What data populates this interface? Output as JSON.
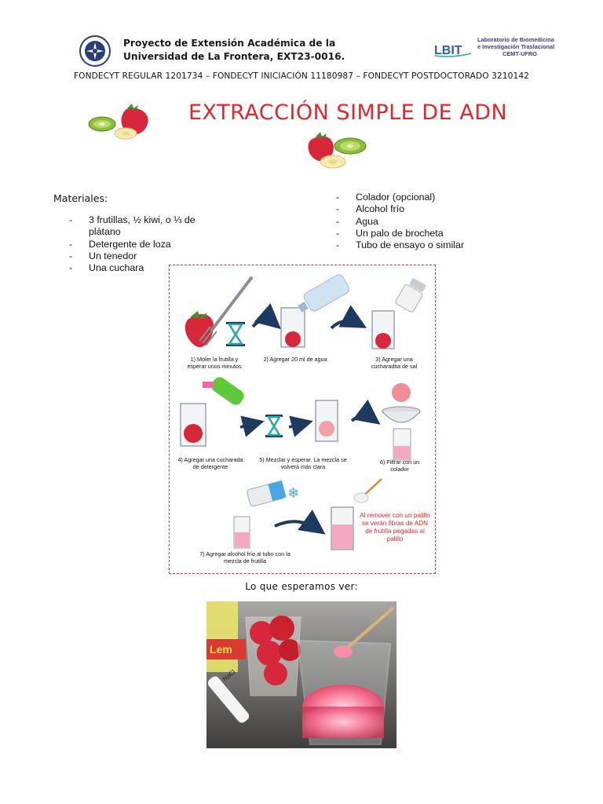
{
  "header": {
    "title_line1": "Proyecto de Extensión Académica de la",
    "title_line2": "Universidad de La Frontera, EXT23-0016.",
    "lbit_logo_text": "LBIT",
    "lab_line1": "Laboratorio de Biomedicina",
    "lab_line2": "e Investigación Traslacional",
    "lab_line3": "CEMT-UFRO",
    "fondecyt": "FONDECYT REGULAR 1201734 – FONDECYT INICIACIÓN 11180987 – FONDECYT POSTDOCTORADO 3210142"
  },
  "title": "EXTRACCIÓN SIMPLE DE ADN",
  "materials": {
    "heading": "Materiales:",
    "bullet": "-",
    "left_items": [
      "3 frutillas, ½ kiwi, o ⅓ de plátano",
      "Detergente de loza",
      "Un tenedor",
      "Una cuchara"
    ],
    "right_items": [
      "Colador (opcional)",
      "Alcohol frío",
      "Agua",
      "Un palo de brocheta",
      "Tubo de ensayo o similar"
    ]
  },
  "figure": {
    "steps": [
      "1) Moler la frutilla y esperar unos minutos",
      "2) Agregar 20 ml de agua",
      "3) Agregar una cucharadita de sal",
      "4) Agregar una cucharada de detergente",
      "5) Mezclar y esperar. La mezcla se volverá más clara",
      "6) Filtrar con un colador",
      "7) Agregar alcohol frío al tubo con la mezcla de frutilla"
    ],
    "note": "Al remover con un palillo se verán fibras de ADN de frutilla pegadas al palillo"
  },
  "expect_heading": "Lo que esperamos ver:",
  "photo": {
    "bottle_label": "Lem",
    "tube_label": "NaCl"
  },
  "colors": {
    "title_red": "#e0262b",
    "strawberry": "#d6283a",
    "pink_liquid": "#f5a9c0",
    "arrow_navy": "#1f3a5f",
    "teal": "#2aa7a3"
  }
}
